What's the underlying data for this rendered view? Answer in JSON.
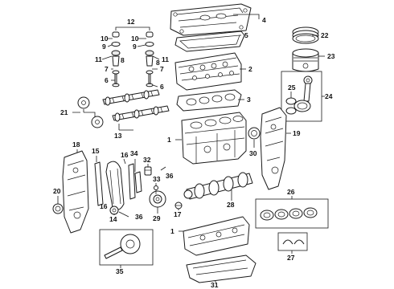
{
  "diagram": {
    "type": "exploded-parts-diagram",
    "callouts": {
      "c1a": "1",
      "c1b": "1",
      "c2": "2",
      "c3": "3",
      "c4": "4",
      "c5": "5",
      "c6a": "6",
      "c6b": "6",
      "c7a": "7",
      "c7b": "7",
      "c8a": "8",
      "c8b": "8",
      "c9a": "9",
      "c9b": "9",
      "c10a": "10",
      "c10b": "10",
      "c11a": "11",
      "c11b": "11",
      "c12": "12",
      "c13": "13",
      "c14": "14",
      "c15": "15",
      "c16a": "16",
      "c16b": "16",
      "c17": "17",
      "c18": "18",
      "c19": "19",
      "c20": "20",
      "c21": "21",
      "c22": "22",
      "c23": "23",
      "c24": "24",
      "c25": "25",
      "c26": "26",
      "c27": "27",
      "c28": "28",
      "c29": "29",
      "c30": "30",
      "c31": "31",
      "c32": "32",
      "c33": "33",
      "c34": "34",
      "c35": "35",
      "c36a": "36",
      "c36b": "36"
    }
  }
}
